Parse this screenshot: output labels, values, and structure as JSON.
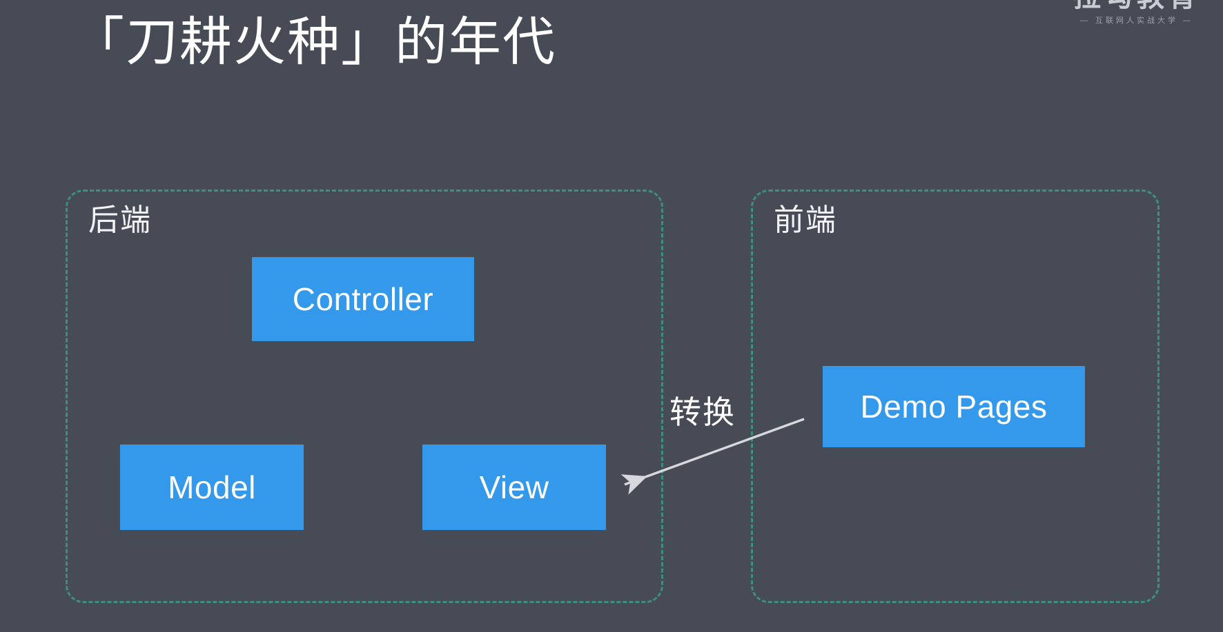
{
  "slide": {
    "background_color": "#474b56",
    "title": "「刀耕火种」的年代"
  },
  "logo": {
    "name": "拉勾教育",
    "tagline": "— 互联网人实战大学 —"
  },
  "groups": [
    {
      "id": "backend",
      "label": "后端",
      "border_color": "#3e8f7d",
      "border_style": "dashed"
    },
    {
      "id": "frontend",
      "label": "前端",
      "border_color": "#3e8f7d",
      "border_style": "dashed"
    }
  ],
  "nodes": [
    {
      "id": "controller",
      "label": "Controller",
      "group": "backend",
      "fill_color": "#3498eb",
      "text_color": "#ffffff"
    },
    {
      "id": "model",
      "label": "Model",
      "group": "backend",
      "fill_color": "#3498eb",
      "text_color": "#ffffff"
    },
    {
      "id": "view",
      "label": "View",
      "group": "backend",
      "fill_color": "#3498eb",
      "text_color": "#ffffff"
    },
    {
      "id": "demo_pages",
      "label": "Demo Pages",
      "group": "frontend",
      "fill_color": "#3498eb",
      "text_color": "#ffffff"
    }
  ],
  "connectors": [
    {
      "id": "transform",
      "label": "转换",
      "from": "demo_pages",
      "to": "view",
      "color": "#d6d8dd",
      "arrowhead": "end"
    }
  ]
}
